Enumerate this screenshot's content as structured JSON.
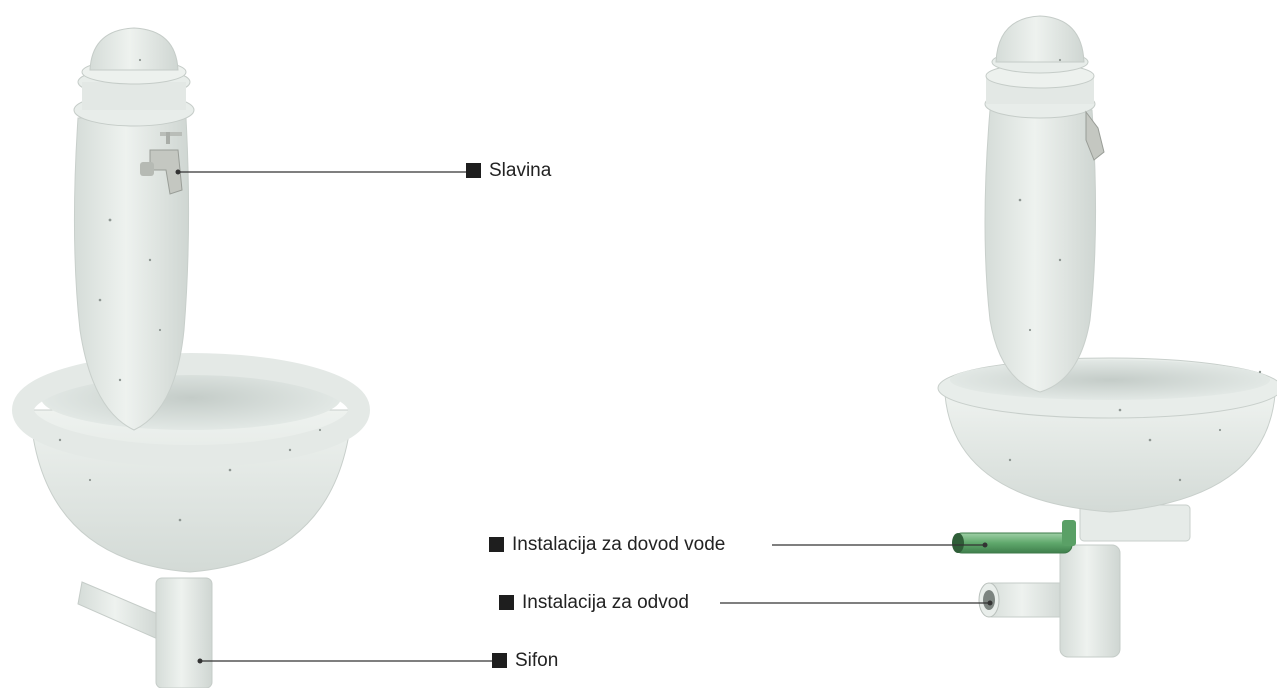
{
  "labels": {
    "slavina": "Slavina",
    "sifon": "Sifon",
    "dovod": "Instalacija za dovod vode",
    "odvod": "Instalacija za odvod"
  },
  "colors": {
    "stone": "#e6ebe8",
    "stone_shadow": "#c9d0cc",
    "pipe_green": "#6fb27a",
    "leader_line": "#333333",
    "marker": "#1e1e1e"
  },
  "icons": {
    "marker": "black-square-marker"
  }
}
